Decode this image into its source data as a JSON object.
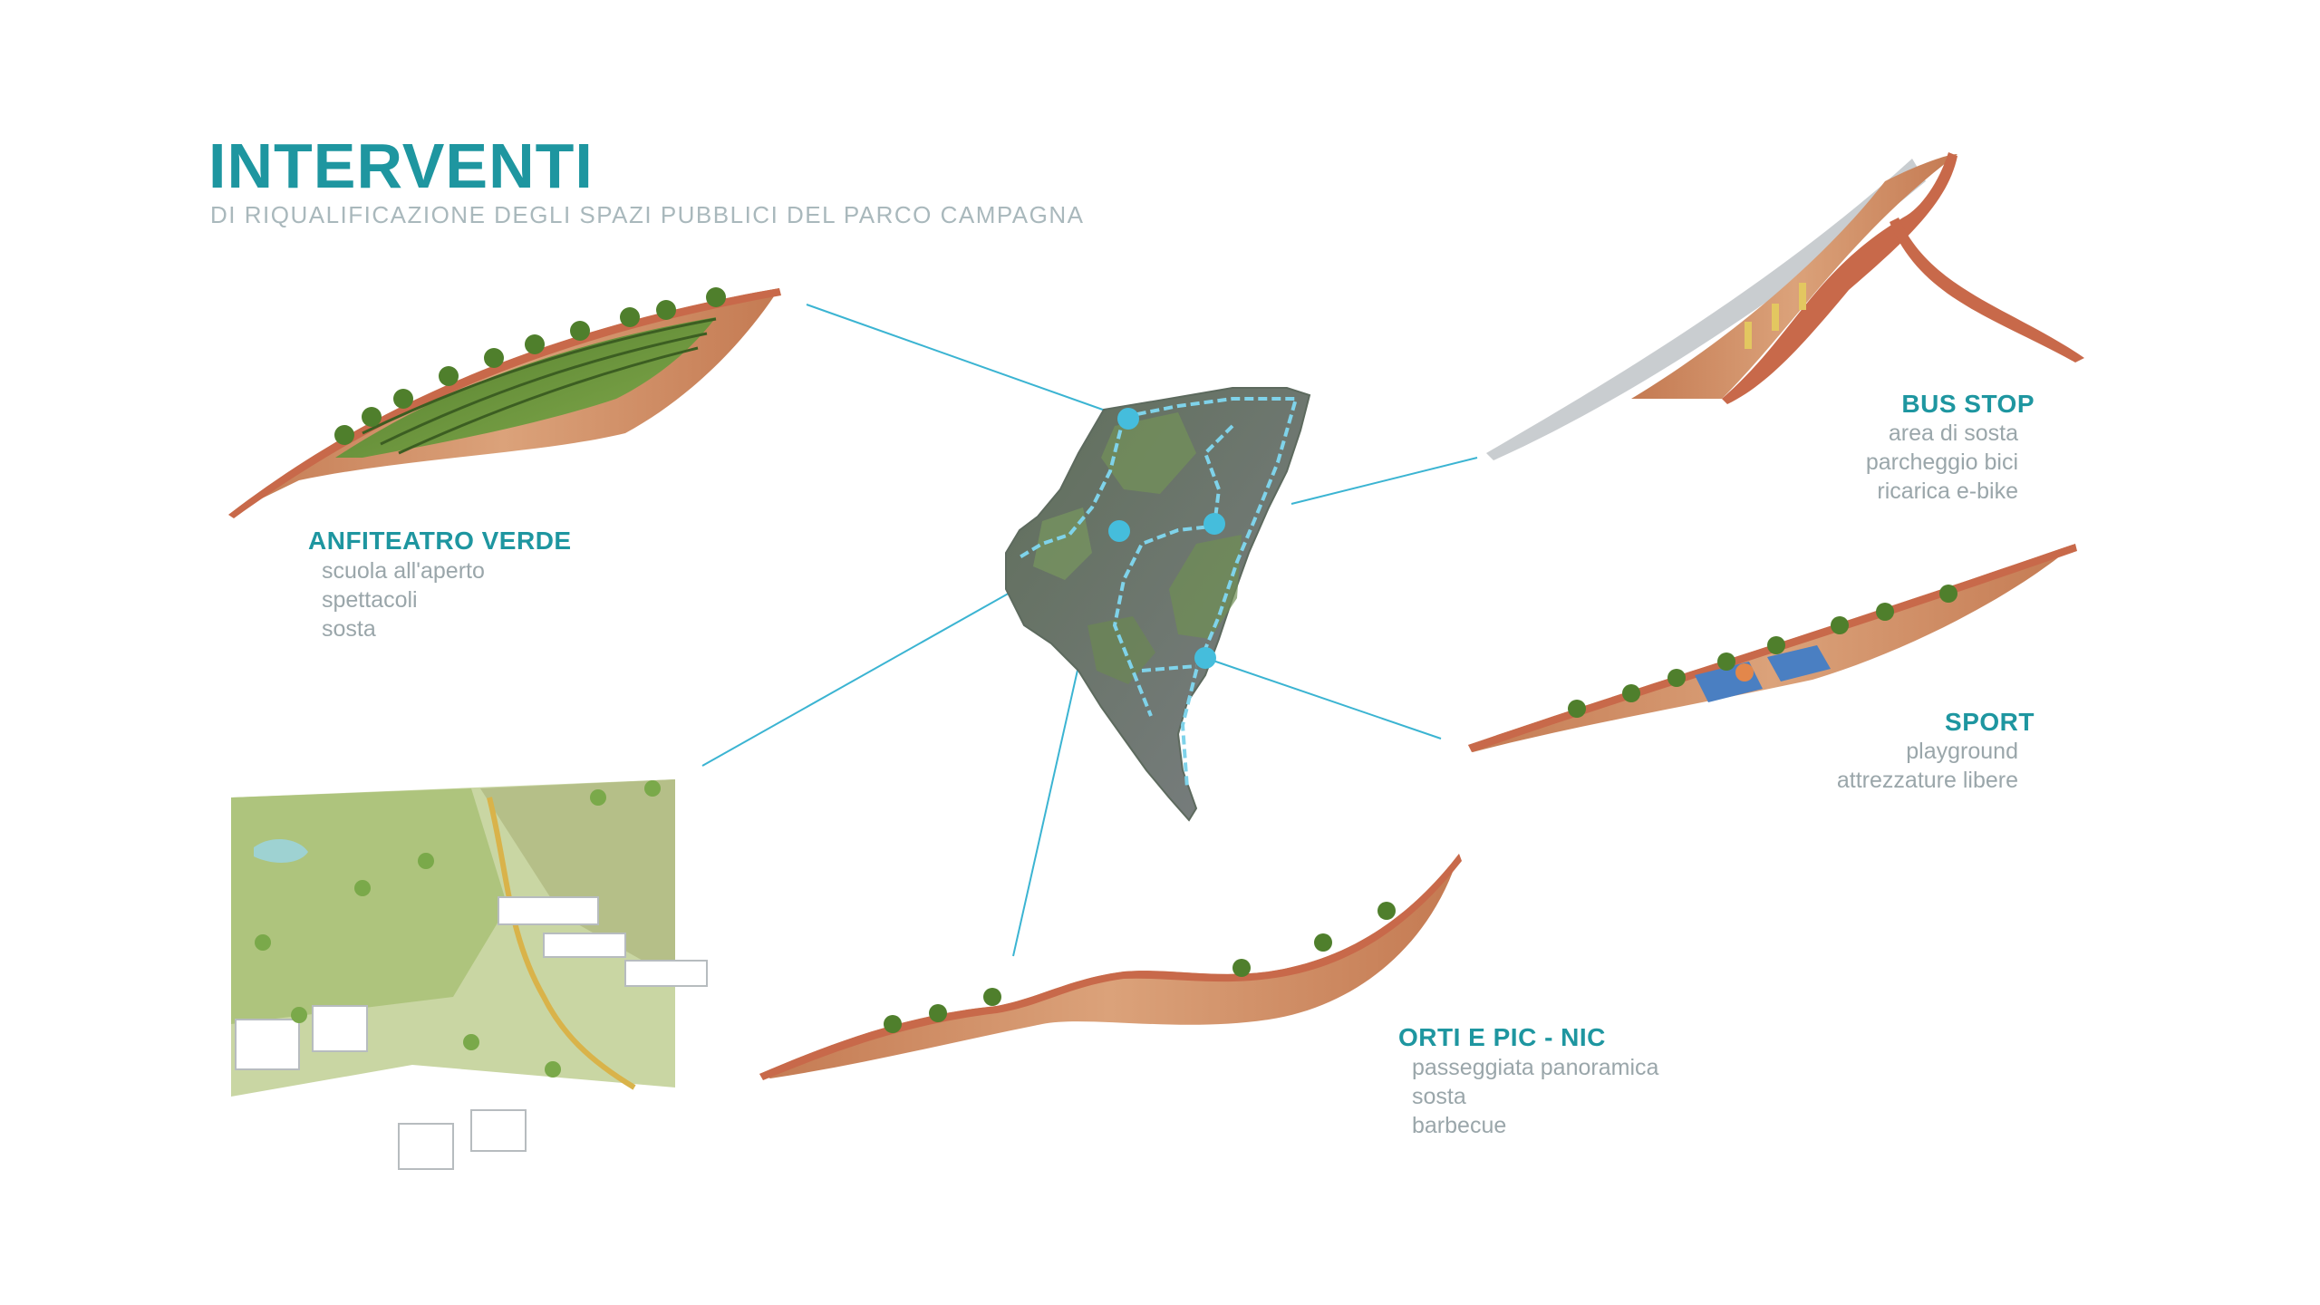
{
  "header": {
    "title": "INTERVENTI",
    "subtitle": "DI RIQUALIFICAZIONE DEGLI SPAZI PUBBLICI DEL PARCO CAMPAGNA"
  },
  "interventions": [
    {
      "id": "anfiteatro",
      "title": "ANFITEATRO VERDE",
      "items": [
        "scuola all'aperto",
        "spettacoli",
        "sosta"
      ]
    },
    {
      "id": "bus",
      "title": "BUS STOP",
      "items": [
        "area di sosta",
        "parcheggio bici",
        "ricarica e-bike"
      ]
    },
    {
      "id": "sport",
      "title": "SPORT",
      "items": [
        "playground",
        "attrezzature libere"
      ]
    },
    {
      "id": "orti",
      "title": "ORTI E PIC - NIC",
      "items": [
        "passeggiata panoramica",
        "sosta",
        "barbecue"
      ]
    }
  ],
  "colors": {
    "accent": "#1e96a0",
    "connector": "#3bb4d2",
    "marker": "#45bddc",
    "terracotta": "#c8694a",
    "deck": "#d59c74",
    "grass": "#6f9a3e",
    "tree": "#4f7f2c",
    "map_dark": "#6e7276"
  }
}
